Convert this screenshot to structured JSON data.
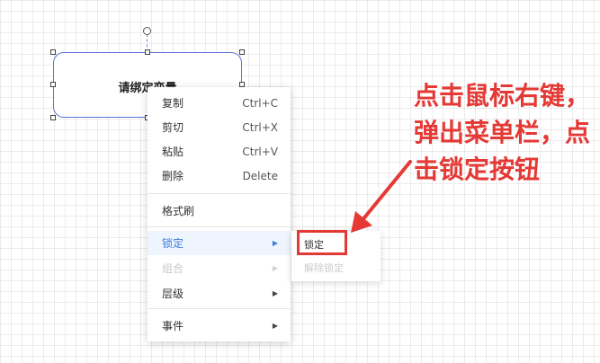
{
  "node": {
    "label": "请绑定变量"
  },
  "context_menu": {
    "copy": {
      "label": "复制",
      "shortcut": "Ctrl+C"
    },
    "cut": {
      "label": "剪切",
      "shortcut": "Ctrl+X"
    },
    "paste": {
      "label": "粘贴",
      "shortcut": "Ctrl+V"
    },
    "delete": {
      "label": "删除",
      "shortcut": "Delete"
    },
    "format_painter": {
      "label": "格式刷"
    },
    "lock": {
      "label": "锁定",
      "state": "active"
    },
    "group": {
      "label": "组合",
      "state": "disabled"
    },
    "layer": {
      "label": "层级"
    },
    "event": {
      "label": "事件"
    }
  },
  "submenu": {
    "lock": {
      "label": "锁定"
    },
    "unlock": {
      "label": "解除锁定",
      "state": "disabled"
    }
  },
  "annotation": {
    "lines": [
      "点击鼠标右键，",
      "弹出菜单栏，点",
      "击锁定按钮"
    ],
    "color": "#e53935"
  },
  "colors": {
    "node_border": "#5a73d8",
    "menu_active_bg": "#eef5ff",
    "menu_active_text": "#3c7bd9"
  }
}
